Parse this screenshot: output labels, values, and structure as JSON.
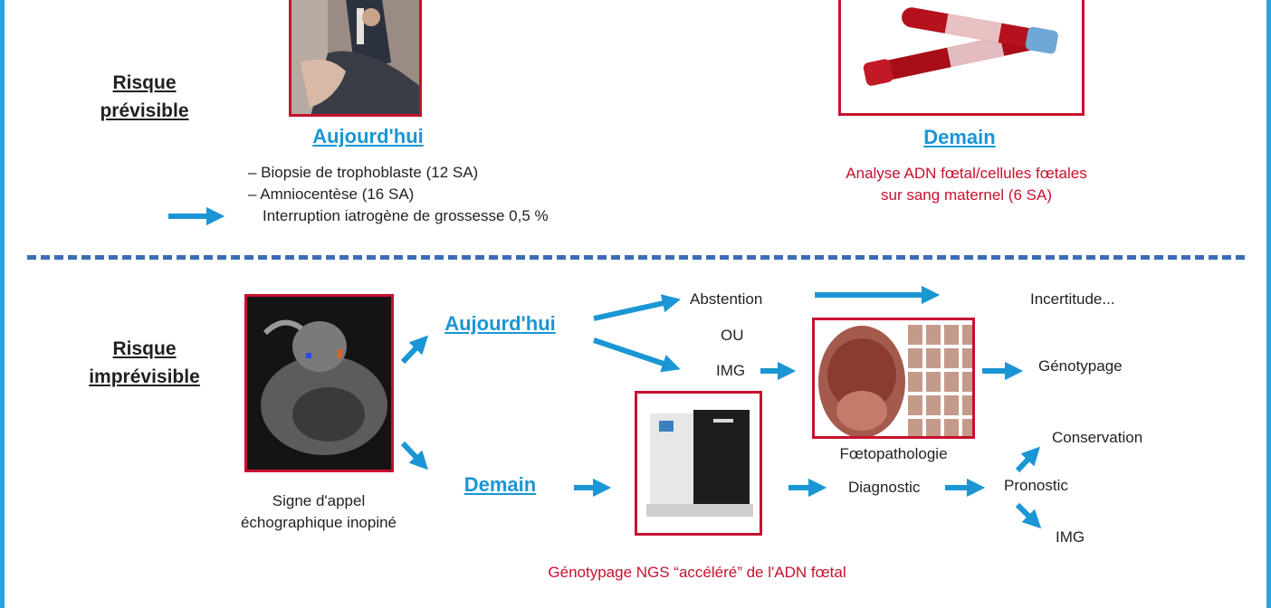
{
  "top": {
    "risk_label_line1": "Risque",
    "risk_label_line2": "prévisible",
    "today_label": "Aujourd'hui",
    "today_items": [
      "– Biopsie de trophoblaste (12 SA)",
      "– Amniocentèse (16 SA)",
      "Interruption iatrogène de grossesse 0,5 %"
    ],
    "tomorrow_label": "Demain",
    "tomorrow_text_line1": "Analyse ADN fœtal/cellules fœtales",
    "tomorrow_text_line2": "sur sang maternel (6 SA)"
  },
  "bottom": {
    "risk_label_line1": "Risque",
    "risk_label_line2": "imprévisible",
    "ultrasound_caption_line1": "Signe d'appel",
    "ultrasound_caption_line2": "échographique inopiné",
    "today_label": "Aujourd'hui",
    "tomorrow_label": "Demain",
    "abstention": "Abstention",
    "ou": "OU",
    "img_top": "IMG",
    "incertitude": "Incertitude...",
    "genotypage": "Génotypage",
    "foetopathologie": "Fœtopathologie",
    "diagnostic": "Diagnostic",
    "pronostic": "Pronostic",
    "conservation": "Conservation",
    "img_bottom": "IMG",
    "ngs_caption": "Génotypage NGS “accéléré” de l'ADN fœtal"
  },
  "colors": {
    "accent_blue": "#1a96d4",
    "frame_red": "#c8102e",
    "divider_blue": "#3b6db5"
  }
}
